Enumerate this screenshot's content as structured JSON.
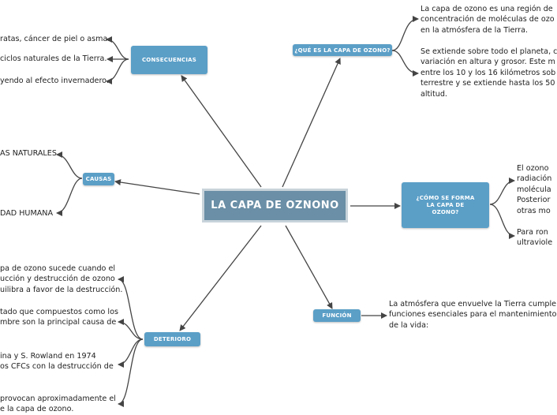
{
  "center": {
    "title": "LA CAPA DE OZNONO"
  },
  "consecuencias": {
    "label": "CONSECUENCIAS",
    "items": [
      "ratas, cáncer de piel o asma.",
      "ciclos naturales de la Tierra.",
      "yendo al efecto invernadero."
    ]
  },
  "causas": {
    "label": "CAUSAS",
    "items": [
      "AS NATURALES",
      "DAD HUMANA"
    ]
  },
  "deterioro": {
    "label": "DETERIORO",
    "items": [
      [
        "pa de ozono sucede cuando el",
        "ucción y destrucción de ozono",
        "uilibra a favor de la destrucción."
      ],
      [
        "tado que compuestos como los",
        "mbre son la principal causa de"
      ],
      [
        "ina y S. Rowland en 1974",
        "os CFCs con la destrucción de"
      ],
      [
        "provocan aproximadamente el",
        "e la capa de ozono."
      ]
    ]
  },
  "que_es": {
    "label": "¿QUÉ ES LA CAPA DE OZONO?",
    "p1": [
      "La capa de ozono es una región de",
      "concentración de moléculas de ozo",
      "en la atmósfera de la Tierra."
    ],
    "p2": [
      "Se extiende sobre todo el planeta, c",
      "variación en altura y grosor. Este m",
      "entre los 10 y los 16 kilómetros sob",
      "terrestre y se extiende hasta los 50",
      "altitud."
    ]
  },
  "como_se_forma": {
    "label_lines": [
      "¿CÓMO SE FORMA",
      "LA CAPA DE",
      "OZONO?"
    ],
    "p1": [
      "El ozono",
      "radiación",
      "molécula",
      "Posterior",
      "otras mo"
    ],
    "p2": [
      "Para ron",
      "ultraviole"
    ]
  },
  "funcion": {
    "label": "FUNCIÓN",
    "text": [
      "La atmósfera que envuelve la Tierra cumple",
      "funciones esenciales para el mantenimiento",
      "de la vida:"
    ]
  },
  "colors": {
    "node": "#5b9fc7",
    "center": "#6a8fa6",
    "edge": "#444444"
  }
}
